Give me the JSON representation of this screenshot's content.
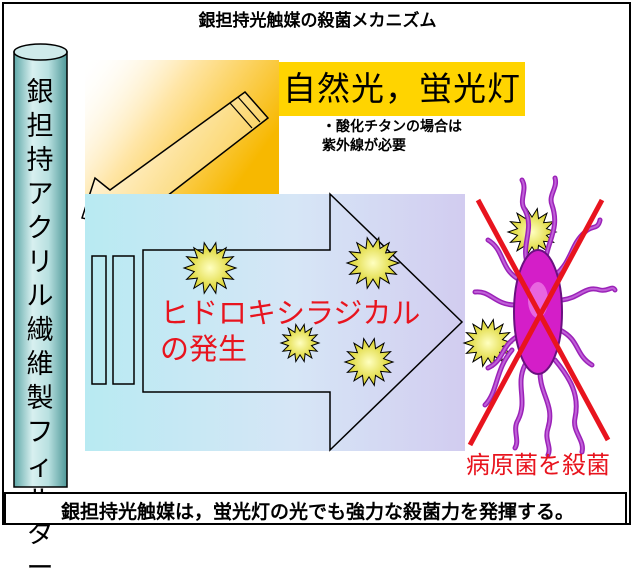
{
  "title": "銀担持光触媒の殺菌メカニズム",
  "light_source": "自然光，蛍光灯",
  "note": [
    "・酸化チタンの場合は",
    "紫外線が必要"
  ],
  "filter_label": [
    "銀",
    "担",
    "持",
    "ア",
    "ク",
    "リ",
    "ル",
    "繊",
    "維",
    "製",
    "フ",
    "ィ",
    "ル",
    "タ",
    "ー"
  ],
  "radical_text": [
    "ヒドロキシラジカル",
    "の発生"
  ],
  "kill_text": "病原菌を殺菌",
  "caption": "銀担持光触媒は，蛍光灯の光でも強力な殺菌力を発揮する。",
  "colors": {
    "light_yellow": "#ffd400",
    "red_text": "#e8141e",
    "germ_purple": "#9b22b8",
    "germ_body": "#d41ec8",
    "spark_yellow": "#f2ee30",
    "filter_teal": "#7fbfbf"
  }
}
